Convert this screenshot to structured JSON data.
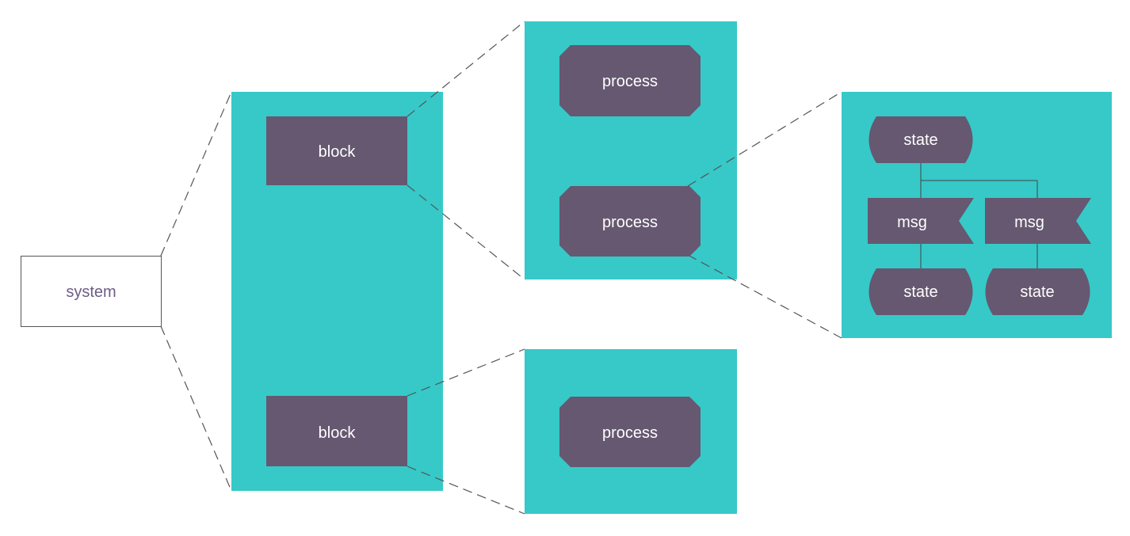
{
  "colors": {
    "panel": "#36C9C8",
    "shape": "#655870",
    "shape_text": "#ffffff",
    "system_text": "#6E5B87",
    "connector": "#555555",
    "tree_line": "#444444"
  },
  "system": {
    "label": "system"
  },
  "blocks": [
    {
      "label": "block"
    },
    {
      "label": "block"
    }
  ],
  "processes": [
    {
      "label": "process"
    },
    {
      "label": "process"
    },
    {
      "label": "process"
    }
  ],
  "states": [
    {
      "label": "state"
    },
    {
      "label": "state"
    },
    {
      "label": "state"
    }
  ],
  "messages": [
    {
      "label": "msg"
    },
    {
      "label": "msg"
    }
  ]
}
